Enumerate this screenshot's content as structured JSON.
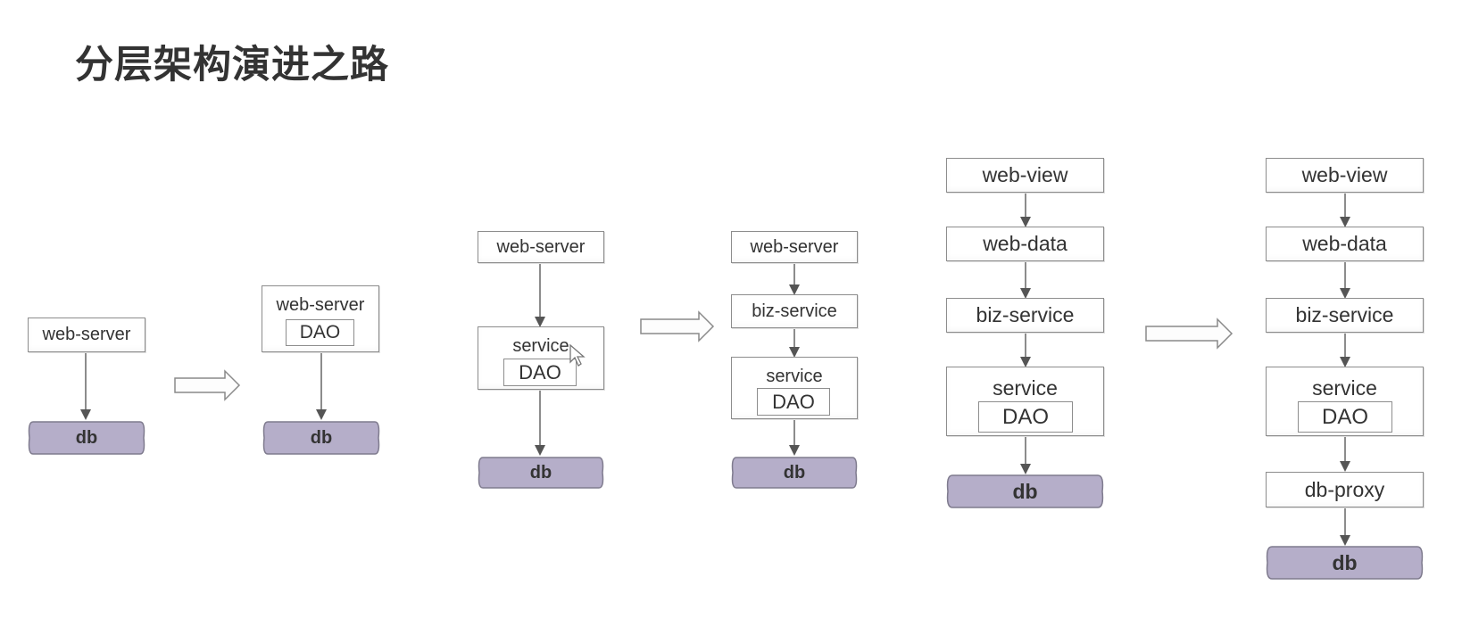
{
  "title": "分层架构演进之路",
  "stages": [
    {
      "web_server": "web-server",
      "db": "db"
    },
    {
      "web_server": "web-server",
      "dao": "DAO",
      "db": "db"
    },
    {
      "web_server": "web-server",
      "service": "service",
      "dao": "DAO",
      "db": "db"
    },
    {
      "web_server": "web-server",
      "biz_service": "biz-service",
      "service": "service",
      "dao": "DAO",
      "db": "db"
    },
    {
      "web_view": "web-view",
      "web_data": "web-data",
      "biz_service": "biz-service",
      "service": "service",
      "dao": "DAO",
      "db": "db"
    },
    {
      "web_view": "web-view",
      "web_data": "web-data",
      "biz_service": "biz-service",
      "service": "service",
      "dao": "DAO",
      "db_proxy": "db-proxy",
      "db": "db"
    }
  ],
  "colors": {
    "db_fill": "#b5aec9",
    "border": "#8d8d8d",
    "arrow": "#555555"
  }
}
